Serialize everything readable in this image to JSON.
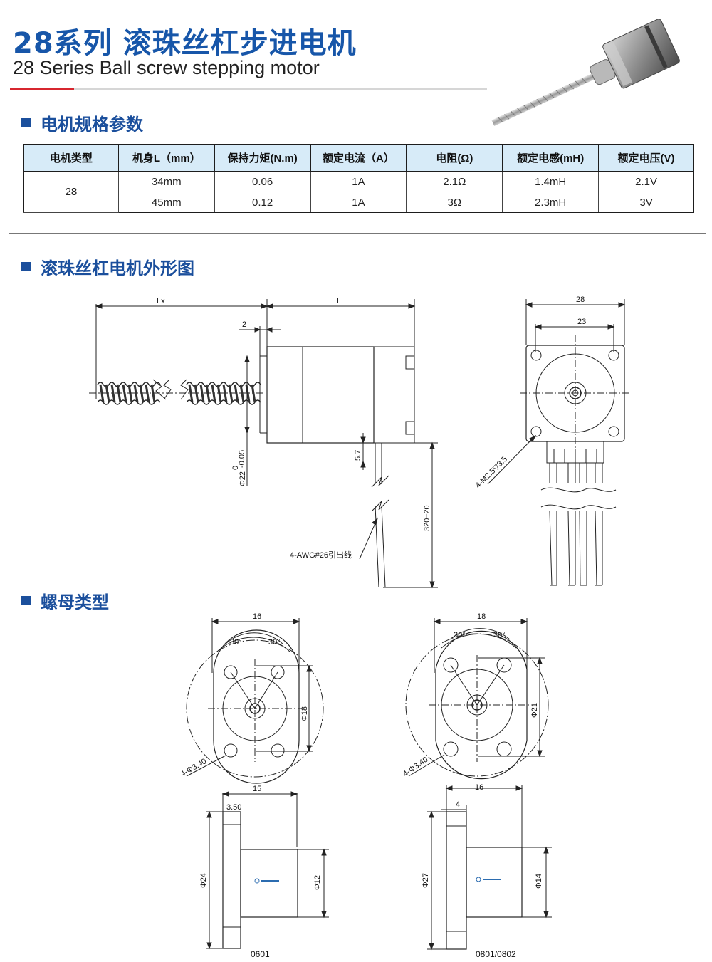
{
  "header": {
    "title_cn": "28系列 滚珠丝杠步进电机",
    "title_en": "28 Series Ball screw stepping motor"
  },
  "sections": {
    "specs": "电机规格参数",
    "outline": "滚珠丝杠电机外形图",
    "nut": "螺母类型"
  },
  "table": {
    "headers": [
      "电机类型",
      "机身L（mm）",
      "保持力矩(N.m)",
      "额定电流（A）",
      "电阻(Ω)",
      "额定电感(mH)",
      "额定电压(V)"
    ],
    "motor_type": "28",
    "rows": [
      [
        "34mm",
        "0.06",
        "1A",
        "2.1Ω",
        "1.4mH",
        "2.1V"
      ],
      [
        "45mm",
        "0.12",
        "1A",
        "3Ω",
        "2.3mH",
        "3V"
      ]
    ]
  },
  "outline_drawing": {
    "lx": "Lx",
    "l": "L",
    "shaft_step": "2",
    "shaft_dia": "Φ22",
    "tol_upper": "0",
    "tol_lower": "-0.05",
    "lead_offset": "5.7",
    "lead_length": "320±20",
    "lead_note": "4-AWG#26引出线",
    "width": "28",
    "hole_pitch": "23",
    "holes": "4-M2.5▽3.5"
  },
  "nut_drawings": {
    "a": {
      "width": "16",
      "angle1": "30°",
      "angle2": "30°",
      "pcd": "Φ18",
      "holes": "4-Φ3.40",
      "length": "15",
      "flange": "3.50",
      "flange_dia": "Φ24",
      "body_dia": "Φ12",
      "label": "0601"
    },
    "b": {
      "width": "18",
      "angle1": "30°",
      "angle2": "30°",
      "pcd": "Φ21",
      "holes": "4-Φ3.40",
      "length": "16",
      "flange": "4",
      "flange_dia": "Φ27",
      "body_dia": "Φ14",
      "label": "0801/0802"
    }
  }
}
